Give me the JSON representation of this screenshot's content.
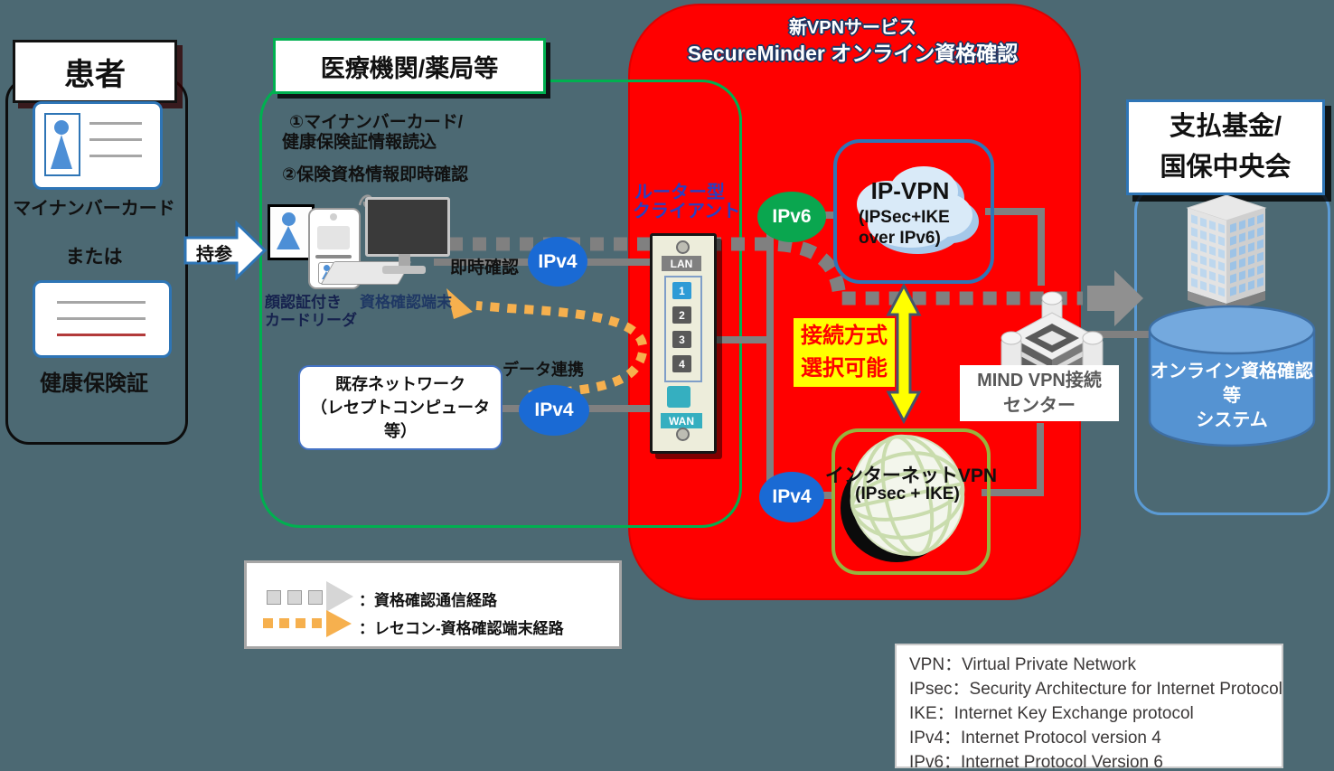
{
  "patient": {
    "title": "患者",
    "mynumber_card_label": "マイナンバーカード",
    "or_text": "または",
    "insurance_card_label": "健康保険証",
    "bring_label": "持参"
  },
  "clinic": {
    "title": "医療機関/薬局等",
    "step1_line1": "①マイナンバーカード/",
    "step1_line2": "健康保険証情報読込",
    "step2": "②保険資格情報即時確認",
    "card_reader_line1": "顔認証付き",
    "card_reader_line2": "カードリーダ",
    "terminal_label": "資格確認端末",
    "instant_check_label": "即時確認",
    "data_link_label": "データ連携",
    "legacy_network_line1": "既存ネットワーク",
    "legacy_network_line2": "（レセプトコンピュータ等）"
  },
  "vpn": {
    "title_line1": "新VPNサービス",
    "title_line2": "SecureMinder オンライン資格確認",
    "router_label_line1": "ルーター型",
    "router_label_line2": "クライアント",
    "lan_label": "LAN",
    "wan_label": "WAN",
    "ports": [
      "1",
      "2",
      "3",
      "4"
    ],
    "ipv6_badge": "IPv6",
    "ipv4_badge_top": "IPv4",
    "ipv4_badge_legacy": "IPv4",
    "ipv4_badge_bottom": "IPv4",
    "ipvpn_title": "IP-VPN",
    "ipvpn_sub_line1": "(IPSec+IKE",
    "ipvpn_sub_line2": "over IPv6)",
    "internet_vpn_title": "インターネットVPN",
    "internet_vpn_sub": "(IPsec + IKE)",
    "choice_line1": "接続方式",
    "choice_line2": "選択可能"
  },
  "mind": {
    "label_line1": "MIND VPN接続",
    "label_line2": "センター"
  },
  "payer": {
    "title_line1": "支払基金/",
    "title_line2": "国保中央会",
    "system_line1": "オンライン資格確認等",
    "system_line2": "システム"
  },
  "legend": {
    "route1_label": "：資格確認通信経路",
    "route2_label": "：レセコン-資格確認端末経路"
  },
  "definitions": {
    "lines": [
      "VPN：Virtual Private Network",
      "IPsec：Security Architecture for Internet Protocol",
      "IKE：Internet Key Exchange protocol",
      "IPv4：Internet Protocol version 4",
      "IPv6：Internet Protocol Version 6"
    ]
  },
  "colors": {
    "red_zone": "#FF0000",
    "green_border": "#00B050",
    "ipv4_blue": "#1A6AD4",
    "ipv6_green": "#0AA64F",
    "accent_blue": "#2E75B6",
    "internet_vpn_border": "#96B43E",
    "yellow": "#FFFF00",
    "orange_route": "#F6B04E",
    "gray_route": "#808080"
  }
}
